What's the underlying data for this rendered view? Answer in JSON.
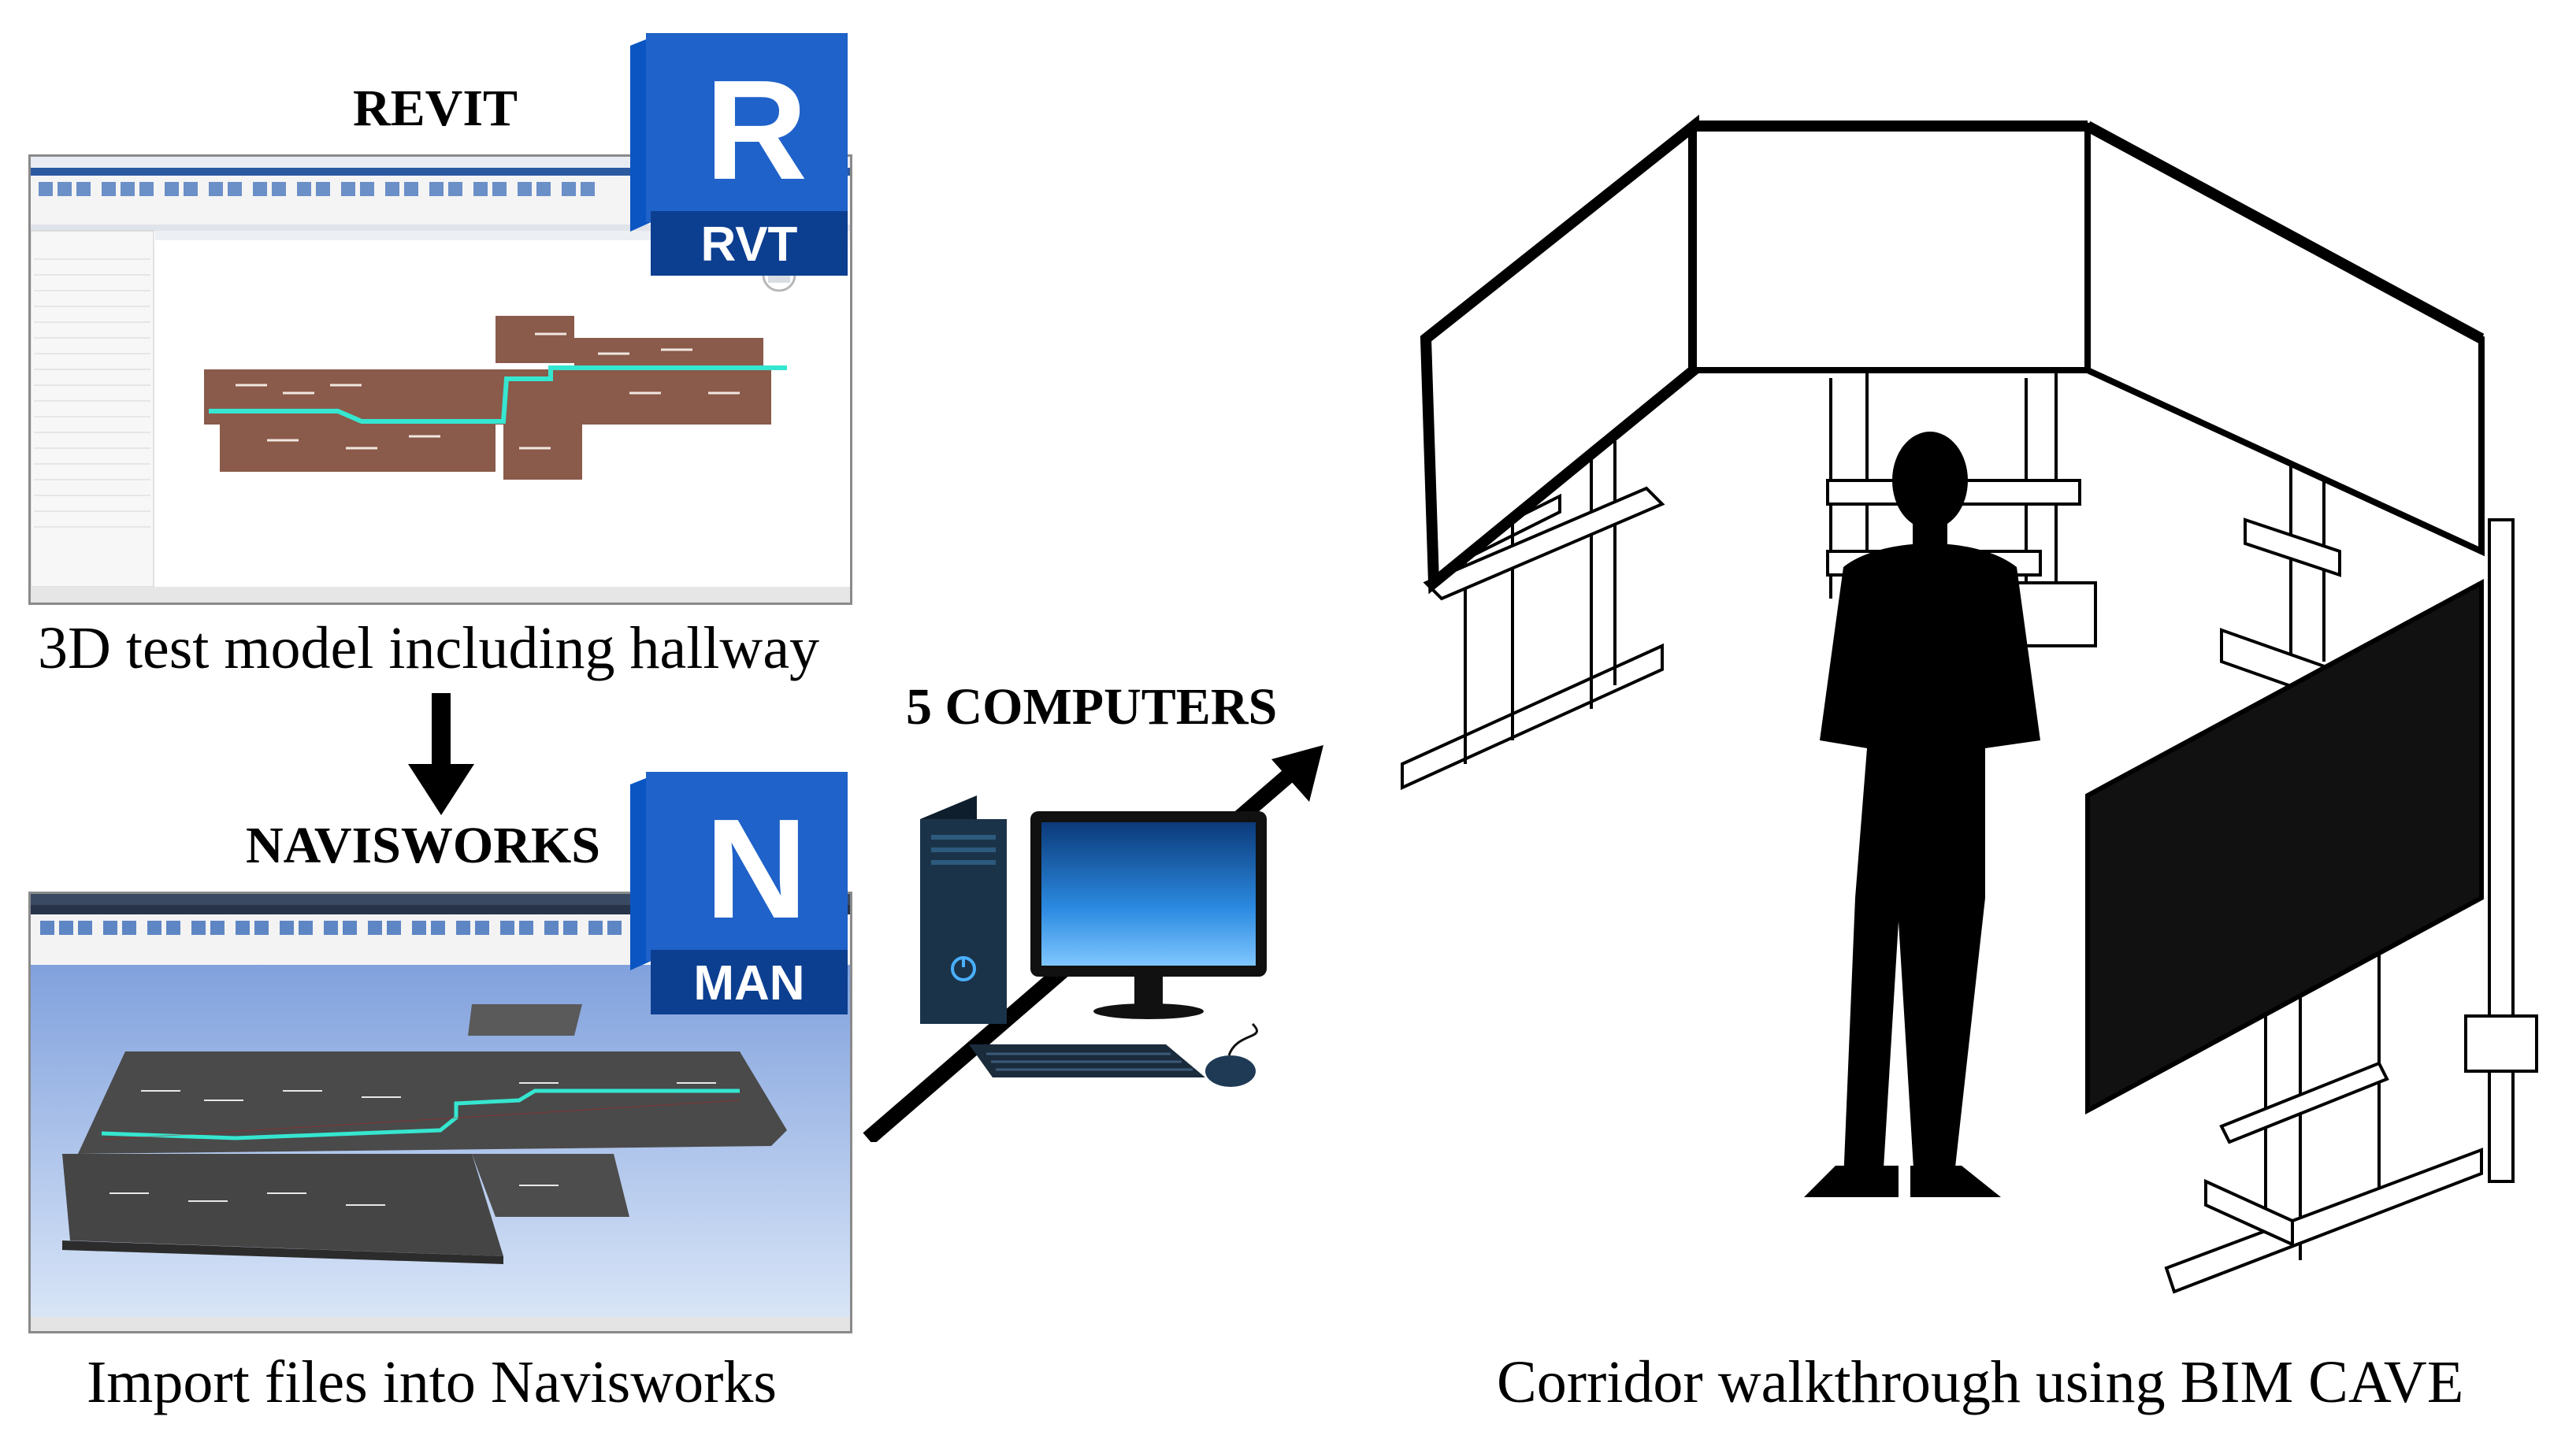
{
  "revit": {
    "title": "REVIT",
    "logo_letter": "R",
    "logo_badge": "RVT",
    "caption": "3D test model including hallway"
  },
  "navisworks": {
    "title": "NAVISWORKS",
    "logo_letter": "N",
    "logo_badge": "MAN",
    "caption": "Import files into Navisworks"
  },
  "computers": {
    "label": "5 COMPUTERS"
  },
  "cave": {
    "caption": "Corridor walkthrough using BIM CAVE"
  },
  "colors": {
    "autodesk_blue": "#1f62c9",
    "autodesk_dark": "#0d3f91",
    "floor_brown": "#8a5a4a",
    "navis_sky_top": "#6f93d8",
    "navis_sky_bottom": "#dce8f8",
    "route_cyan": "#35e6d0"
  }
}
